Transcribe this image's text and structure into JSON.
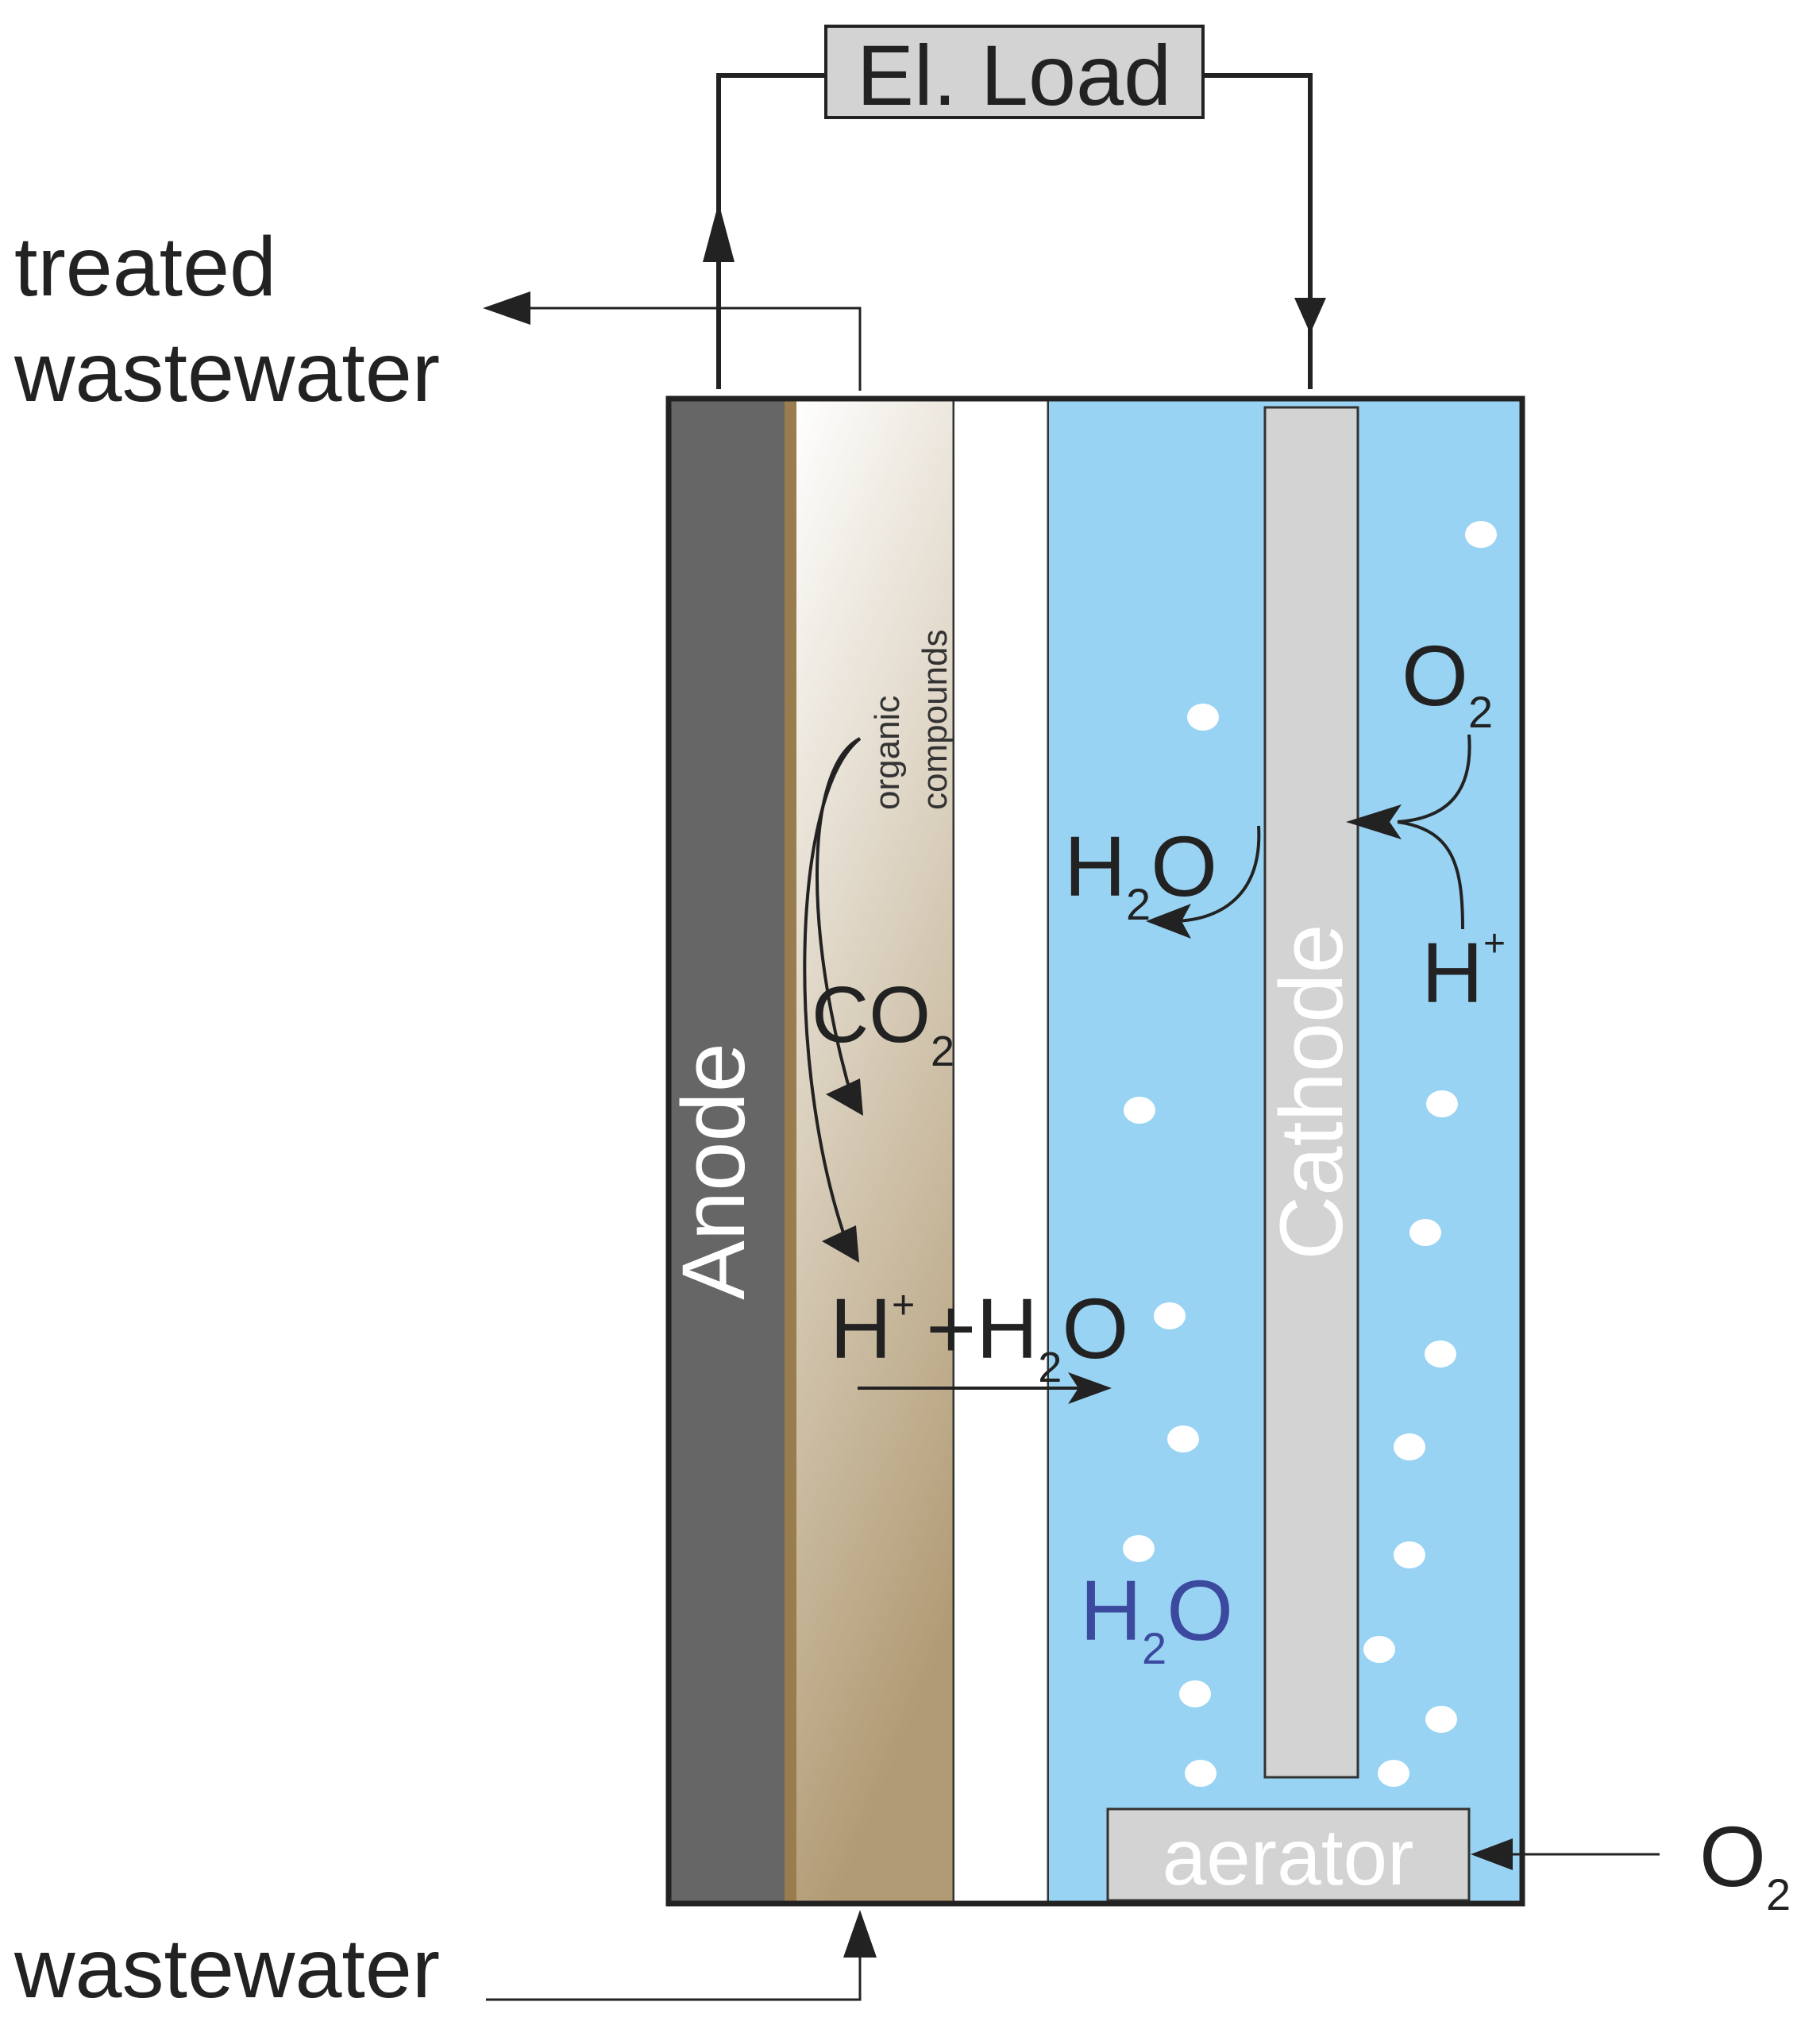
{
  "load_label": "El. Load",
  "outlet_label_line1": "treated",
  "outlet_label_line2": "wastewater",
  "inlet_label": "wastewater",
  "anode_label": "Anode",
  "cathode_label": "Cathode",
  "aerator_label": "aerator",
  "organic_line1": "organic",
  "organic_line2": "compounds",
  "co2": {
    "base": "CO",
    "sub": "2"
  },
  "h_plus_water": {
    "h": "H",
    "plus": "+",
    "mid": "+H",
    "sub": "2",
    "o": "O"
  },
  "h2o_cathode": {
    "h": "H",
    "sub": "2",
    "o": "O"
  },
  "h2o_bottom": {
    "h": "H",
    "sub": "2",
    "o": "O"
  },
  "o2_top": {
    "base": "O",
    "sub": "2"
  },
  "h_plus_right": {
    "base": "H",
    "sup": "+"
  },
  "o2_inlet": {
    "base": "O",
    "sub": "2"
  },
  "colors": {
    "anode": "#666666",
    "biofilm": "#9a7d4f",
    "anode_chamber_top": "#ffffff",
    "anode_chamber_bottom": "#b19b74",
    "membrane": "#ffffff",
    "cathode_chamber": "#99d3f3",
    "cathode": "#d3d3d3",
    "aerator": "#d3d3d3",
    "bubble": "#ffffff",
    "bottom_water_text": "#3b4a9e",
    "line": "#222222"
  }
}
